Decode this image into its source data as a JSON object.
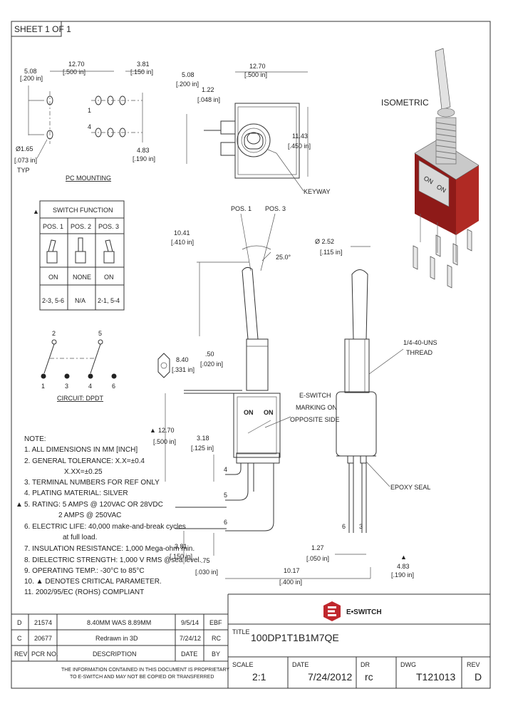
{
  "sheet": {
    "label": "SHEET 1 OF 1"
  },
  "isometric": {
    "label": "ISOMETRIC",
    "on_left": "ON",
    "on_right": "ON"
  },
  "pc_mounting": {
    "label": "PC MOUNTING",
    "dim_508_mm": "5.08",
    "dim_508_in": "[.200 in]",
    "dim_1270_mm": "12.70",
    "dim_1270_in": "[.500 in]",
    "dim_381_mm": "3.81",
    "dim_381_in": "[.150 in]",
    "dim_483_mm": "4.83",
    "dim_483_in": "[.190 in]",
    "hole_dia_mm": "Ø1.65",
    "hole_dia_in": "[.073 in]",
    "hole_typ": "TYP",
    "pin_1": "1",
    "pin_4": "4"
  },
  "top_view": {
    "dim_508_mm": "5.08",
    "dim_508_in": "[.200 in]",
    "dim_1270_mm": "12.70",
    "dim_1270_in": "[.500 in]",
    "dim_122_mm": "1.22",
    "dim_122_in": "[.048 in]",
    "dim_1143_mm": "11.43",
    "dim_1143_in": "[.450 in]",
    "keyway": "KEYWAY"
  },
  "switch_function": {
    "title": "SWITCH FUNCTION",
    "headers": [
      "POS. 1",
      "POS. 2",
      "POS. 3"
    ],
    "states": [
      "ON",
      "NONE",
      "ON"
    ],
    "connections": [
      "2-3, 5-6",
      "N/A",
      "2-1, 5-4"
    ]
  },
  "circuit": {
    "label": "CIRCUIT: DPDT",
    "top_pins": [
      "2",
      "5"
    ],
    "bottom_pins": [
      "1",
      "3",
      "4",
      "6"
    ]
  },
  "side_view": {
    "pos1": "POS. 1",
    "pos3": "POS. 3",
    "angle": "25.0°",
    "dim_1041_mm": "10.41",
    "dim_1041_in": "[.410 in]",
    "dim_840_mm": "8.40",
    "dim_840_in": "[.331 in]",
    "dim_050_mm": ".50",
    "dim_050_in": "[.020 in]",
    "dim_1270_mm": "12.70",
    "dim_1270_in": "[.500 in]",
    "dim_318_mm": "3.18",
    "dim_318_in": "[.125 in]",
    "dim_381_mm": "3.81",
    "dim_381_in": "[.150 in]",
    "dim_075_mm": ".75",
    "dim_075_in": "[.030 in]",
    "dim_1017_mm": "10.17",
    "dim_1017_in": "[.400 in]",
    "on_left": "ON",
    "on_right": "ON",
    "term_4": "4",
    "term_5": "5",
    "term_6": "6",
    "marking": [
      "E-SWITCH",
      "MARKING ON",
      "OPPOSITE SIDE"
    ]
  },
  "front_view": {
    "dia_mm": "Ø 2.52",
    "dia_in": "[.115 in]",
    "thread": [
      "1/4-40-UNS",
      "THREAD"
    ],
    "epoxy": "EPOXY SEAL",
    "term_6": "6",
    "term_3": "3",
    "dim_127_mm": "1.27",
    "dim_127_in": "[.050 in]",
    "dim_483_mm": "4.83",
    "dim_483_in": "[.190 in]"
  },
  "notes": {
    "title": "NOTE:",
    "lines": [
      "1. ALL DIMENSIONS IN MM [INCH]",
      "2. GENERAL TOLERANCE: X.X=±0.4",
      "X.XX=±0.25",
      "3. TERMINAL NUMBERS FOR REF ONLY",
      "4. PLATING MATERIAL: SILVER",
      "5. RATING: 5 AMPS @ 120VAC OR 28VDC",
      "2 AMPS @ 250VAC",
      "6. ELECTRIC LIFE: 40,000 make-and-break cycles",
      "at full load.",
      "7. INSULATION RESISTANCE: 1,000 Mega-ohm min.",
      "8. DIELECTRIC STRENGTH: 1,000 V RMS @sea level.",
      "9. OPERATING TEMP.: -30°C to 85°C",
      "10. ▲ DENOTES CRITICAL PARAMETER.",
      "11. 2002/95/EC (ROHS) COMPLIANT"
    ]
  },
  "revisions": {
    "rows": [
      {
        "rev": "D",
        "pcr": "21574",
        "desc": "8.40MM WAS 8.89MM",
        "date": "9/5/14",
        "by": "EBF"
      },
      {
        "rev": "C",
        "pcr": "20677",
        "desc": "Redrawn in 3D",
        "date": "7/24/12",
        "by": "RC"
      }
    ],
    "headers": {
      "rev": "REV",
      "pcr": "PCR NO.",
      "desc": "DESCRIPTION",
      "date": "DATE",
      "by": "BY"
    },
    "disclaimer_1": "THE INFORMATION CONTAINED IN THIS DOCUMENT IS PROPRIETARY",
    "disclaimer_2": "TO E-SWITCH AND MAY NOT BE COPIED OR TRANSFERRED"
  },
  "title_block": {
    "brand": "E•SWITCH",
    "title_label": "TITLE",
    "title": "100DP1T1B1M7QE",
    "scale_label": "SCALE",
    "scale": "2:1",
    "date_label": "DATE",
    "date": "7/24/2012",
    "dr_label": "DR",
    "dr": "rc",
    "dwg_label": "DWG",
    "dwg": "T121013",
    "rev_label": "REV",
    "rev": "D"
  },
  "colors": {
    "body_red": "#8e1a18",
    "body_red_light": "#b02a24",
    "metal": "#c9c9c9",
    "brand_red": "#c0272d"
  }
}
